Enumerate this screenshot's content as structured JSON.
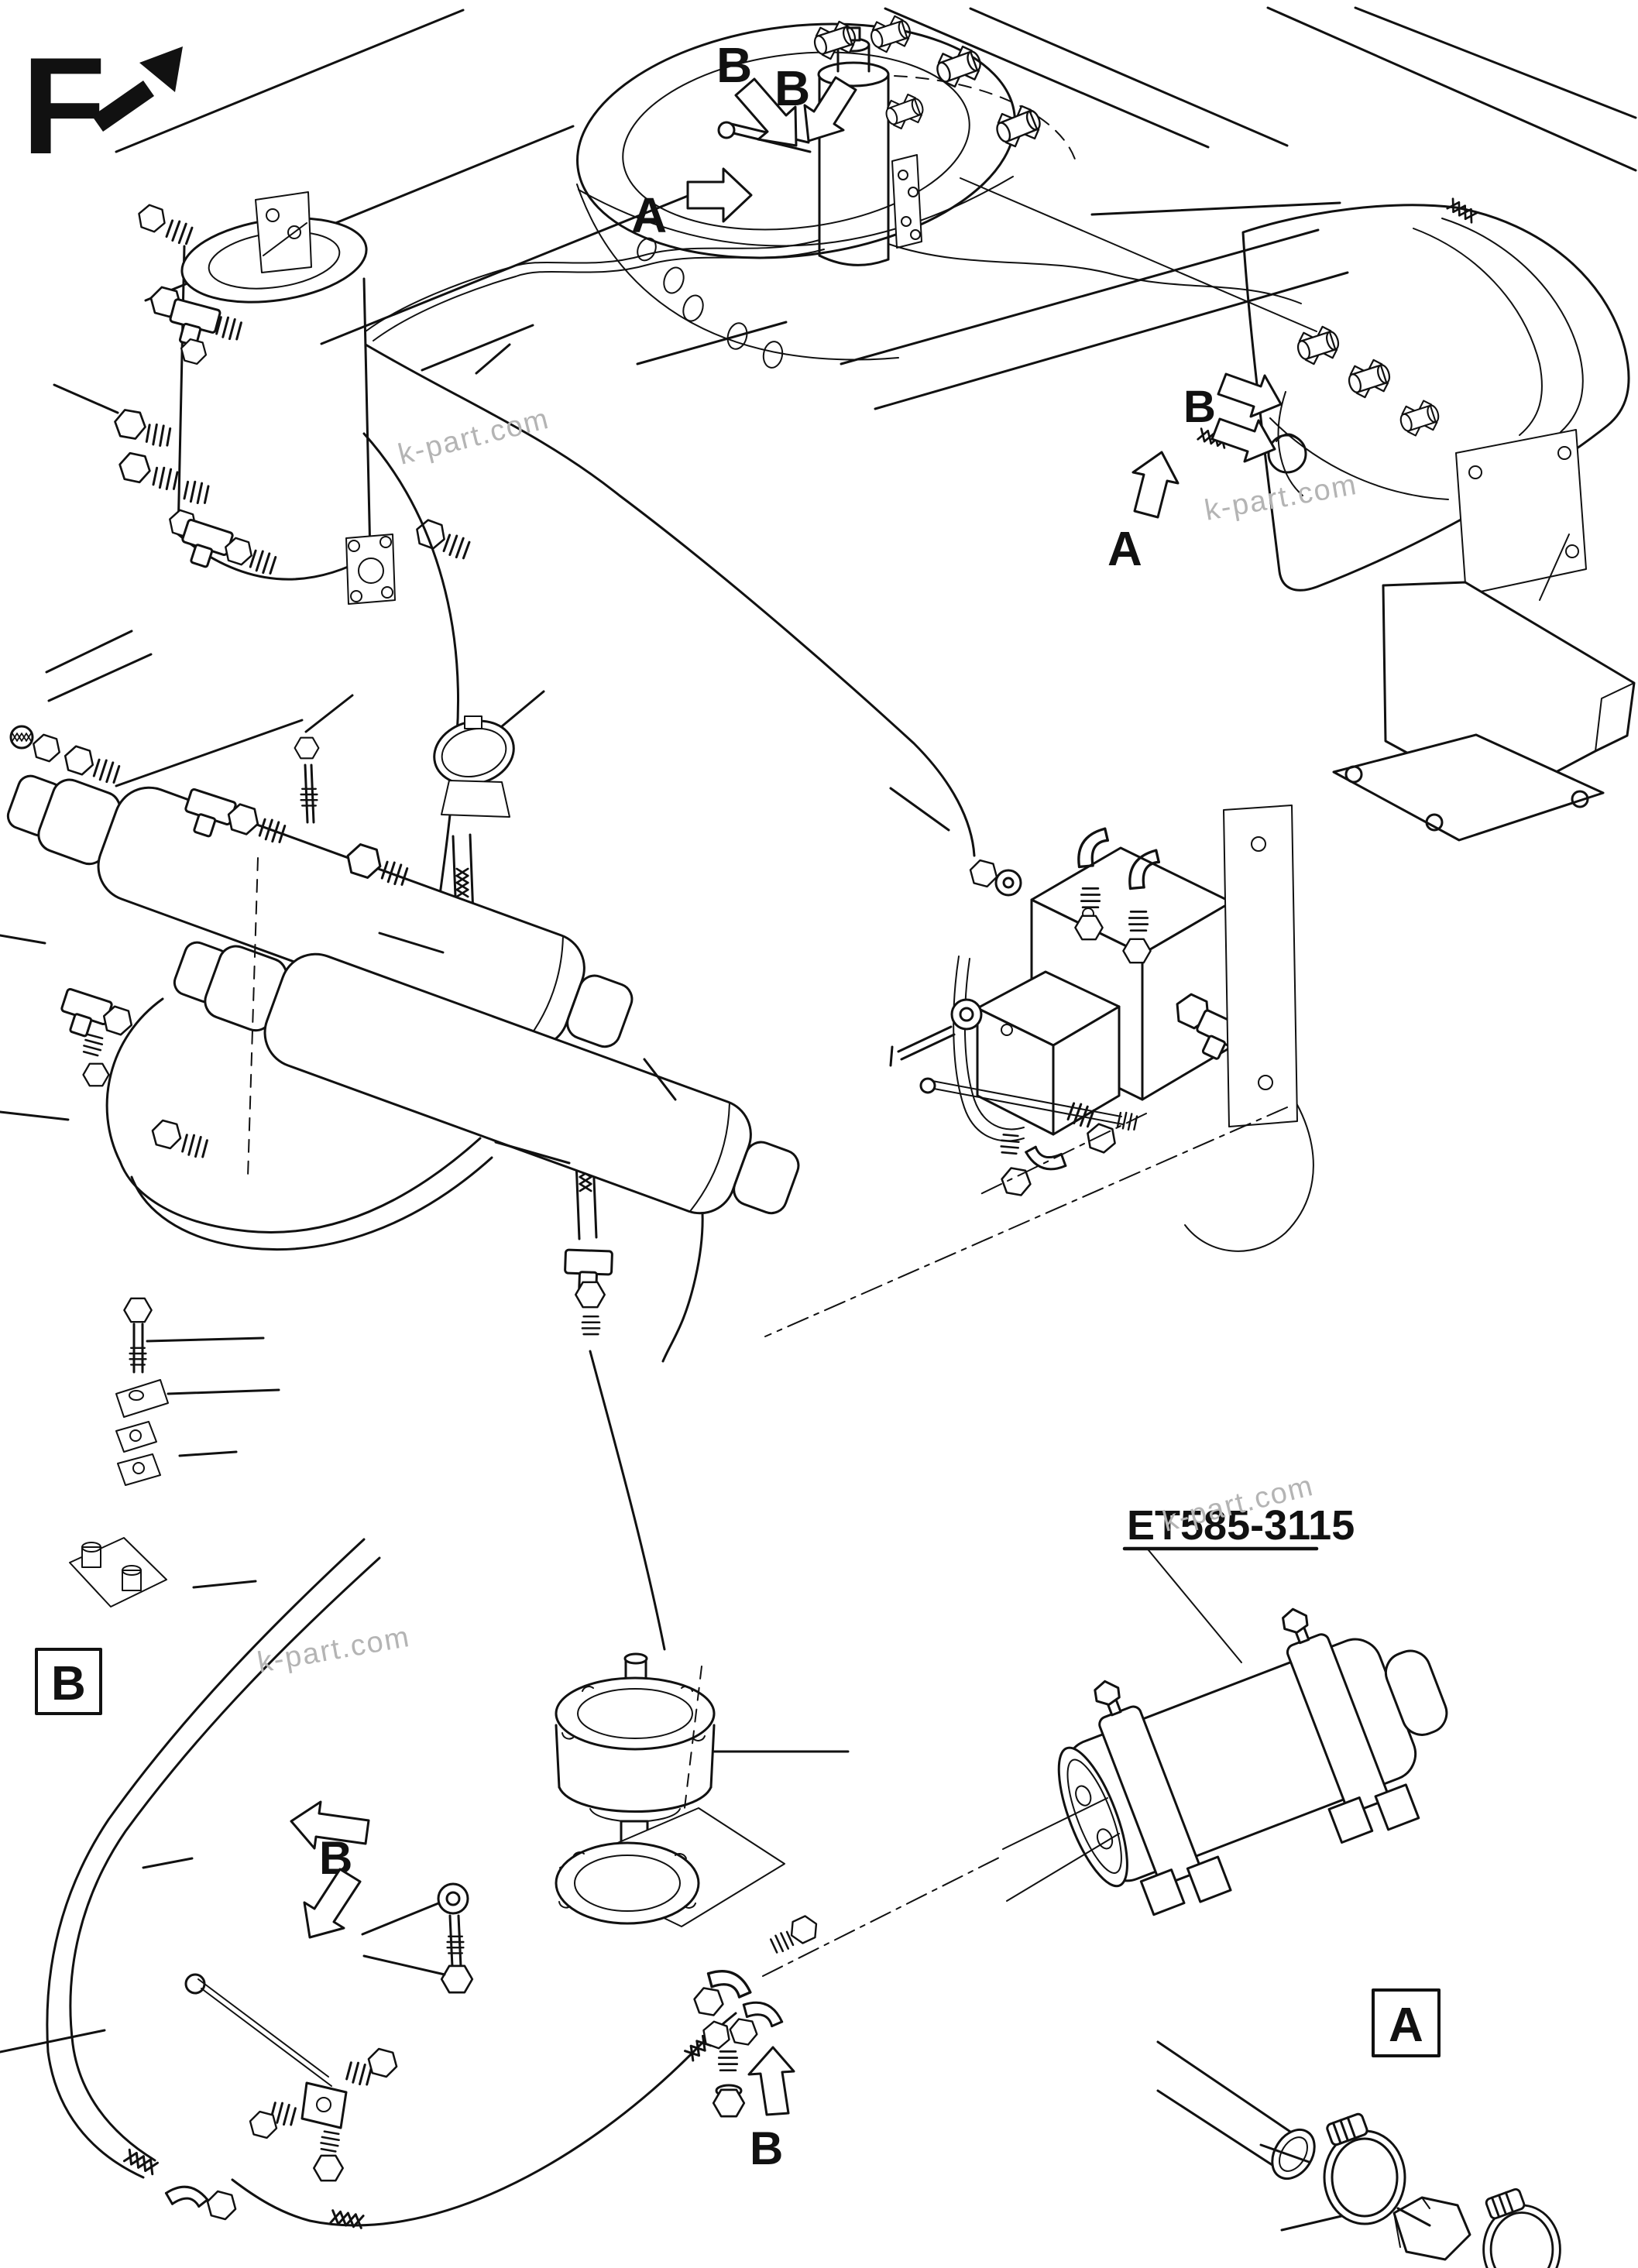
{
  "figure": {
    "type": "exploded hydraulic piping parts diagram",
    "flag": "F",
    "part_number": "ET585-3115",
    "watermark": "k-part.com",
    "arrows": [
      {
        "id": "b-top-left",
        "text": "B"
      },
      {
        "id": "b-top-right",
        "text": "B"
      },
      {
        "id": "a-top",
        "text": "A"
      },
      {
        "id": "b-right",
        "text": "B"
      },
      {
        "id": "a-right",
        "text": "A"
      },
      {
        "id": "b-mid-left",
        "text": "B"
      },
      {
        "id": "b-bottom",
        "text": "B"
      }
    ],
    "detail_boxes": {
      "b": "B",
      "a": "A"
    }
  }
}
